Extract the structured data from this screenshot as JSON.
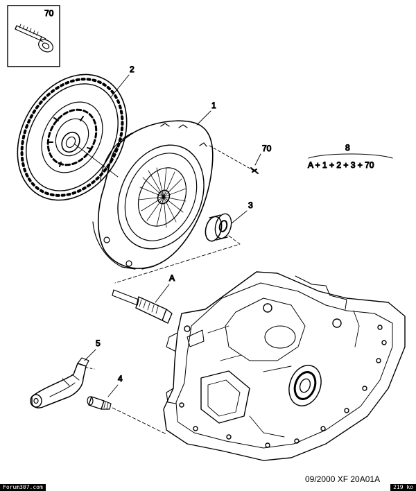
{
  "callouts": {
    "bolt_box": "70",
    "clutch_disc": "2",
    "pressure_plate": "1",
    "fixing_bolt": "70",
    "release_bearing": "3",
    "input_shaft": "A",
    "release_fork": "5",
    "pivot_pin": "4"
  },
  "kit": {
    "number": "8",
    "formula": "A + 1 + 2 + 3 + 70"
  },
  "footer": {
    "reference": "09/2000  XF 20A01A"
  },
  "watermark": {
    "left": "Forum307.com",
    "right": "219 ko"
  },
  "colors": {
    "line": "#000000",
    "background": "#ffffff"
  }
}
